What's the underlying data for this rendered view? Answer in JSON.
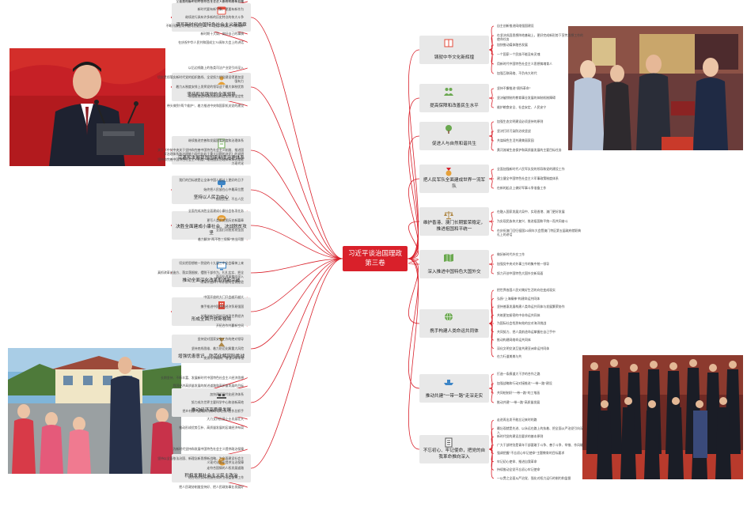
{
  "center": {
    "line1": "习近平谈治国理政",
    "line2": "第三卷"
  },
  "left_branches": [
    {
      "title": "谱写新时代中国特色社会主义新篇章",
      "icon": "calendar-icon",
      "color": "#e34b3b",
      "leaves": [
        "全面把握中国特色社会主义进入新时代的新要求",
        "全面贯彻新时代中国特色社会主义思想和基本方略",
        "新时代要有新气象、更要有新作为",
        "继续进行具有许多新的历史特点的伟大斗争",
        "不断开辟当代中国马克思主义、21世纪马克思主义新境界",
        "新时期十大局、做好自己的事情",
        "在庆祝中华人民共和国成立70周年大会上的讲话"
      ]
    },
    {
      "title": "坚持和加强党的全面领导",
      "icon": "leader-icon",
      "color": "#e6a13a",
      "leaves": [
        "以后边线路上的各类司法产业党引向深入",
        "切实贯彻落实新时代党的组织路线、全党努力把党建设得更加坚强有力",
        "着力从制度安排上发挥党的领导这个最大体制优势",
        "增强推进党的政治建设的自觉性和坚定性",
        "带头做到\"两个维护\"、着力推进中央和国家机关党的建设"
      ]
    },
    {
      "title": "完善和发展我国国家制度治理体系",
      "icon": "document-icon",
      "color": "#6aa84f",
      "leaves": [
        "继续推进完善和发展国家制度和治理体系",
        "关于《中共中央关于坚持和完善中国特色社会主义制度、推进国家治理体系和治理能力现代化若干重大问题的决定》的说明",
        "坚持和完善中国特色社会主义制度、推进国家治理体系和治理能力现代化"
      ]
    },
    {
      "title": "坚持以人民为中心",
      "icon": "mailbox-icon",
      "color": "#3d85c6",
      "leaves": [
        "我们的目标就是让全体中国人都过上更好的日子",
        "始终把人民放在心中最高位置",
        "推进民生、不忘人民"
      ]
    },
    {
      "title": "决胜全面建成小康社会、决战脱贫攻坚",
      "icon": "chat-icon",
      "color": "#e6a13a",
      "leaves": [
        "全面完成决胜全面建成小康社会各项任务",
        "更写人类反贫困历史新篇章",
        "全面打好脱贫攻坚战",
        "着力解决\"两不愁三保障\"突出问题"
      ]
    },
    {
      "title": "推动全面深化改革取得新突破",
      "icon": "monitor-icon",
      "color": "#3d85c6",
      "leaves": [
        "切实把思想统一到党的十九届三中全会精神上来",
        "真抓改革创造方、落实落细按、摆脱干部作为、扎扎实实、把全面深化改革推向深入",
        "改革开放四十年积累的宝贵经验"
      ]
    },
    {
      "title": "形成全面开放新格局",
      "icon": "building-icon",
      "color": "#e34b3b",
      "leaves": [
        "中国开放的大门只会越开越大",
        "携手推进中国特色经济贸易强国",
        "共建创新包容的开放型世界经济",
        "开拓合作共赢新空间"
      ]
    },
    {
      "title": "增强忧患意识、防范化解风险挑战",
      "icon": "hourglass-icon",
      "color": "#b08a4a",
      "leaves": [
        "坚持党对国家安全工作的绝对领导",
        "坚持底线思维、着力防范化解重大风险",
        "发扬斗争精神、增强斗争本领"
      ]
    },
    {
      "title": "推动经济高质量发展",
      "icon": "conveyor-icon",
      "color": "#555555",
      "leaves": [
        "长期坚持、不断丰富、发展新时代中国特色社会主义经济思想",
        "我国经济高质量发展的前进道路和高质量发展的目标",
        "加快建设现代化经济体系",
        "努力成为世界主要科学中心和创新高地",
        "把乡村振兴战略作为新时代\"三农\"工作总抓手",
        "大力支持民营企业发展壮大",
        "推动形成优势互补、高质量发展的区域经济布局"
      ]
    },
    {
      "title": "积极发展社会主义民主政治",
      "icon": "pacman-icon",
      "color": "#e6a13a",
      "leaves": [
        "为新时代坚持和发展中国特色社会主义提供政治保障",
        "坚持以全面依法治国、新理念新思想新战略，为全面建设社会主义现代化国家提供法治保障",
        "走符合国情的人权发展道路",
        "结合地方实际创造性做好立法监督等工作",
        "把人民政协制度坚持好、把人民政协事业发展好"
      ]
    }
  ],
  "right_branches": [
    {
      "title": "铸就中华文化新辉煌",
      "icon": "book-icon",
      "color": "#e34b3b",
      "leaves": [
        "自主创新推进网络强国建设",
        "在坚决巩固思想阵地基础上，更好完成新形势下宣传思想工作的使命任务",
        "加快推动媒体融合发展",
        "一个国家一个民族不能没有灵魂",
        "用新时代中国特色社会主义思想铸魂育人",
        "加强互联网络、不负伟大时代"
      ]
    },
    {
      "title": "提高保障和改善民生水平",
      "icon": "people-icon",
      "color": "#6aa84f",
      "leaves": [
        "坚持不懈推进\"厕所革命\"",
        "坚决破除制约教育事业发展的体制机制障碍",
        "维护粮食安全、社会安定、人民安宁"
      ]
    },
    {
      "title": "促进人与自然和谐共生",
      "icon": "tree-icon",
      "color": "#6aa84f",
      "leaves": [
        "加强生态文明建设必须坚持的原则",
        "坚决打好污染防治攻坚战",
        "共谋绿色生活共建美丽家园",
        "黄河流域生态保护和高质量发展的主要目标任务"
      ]
    },
    {
      "title": "把人民军队全面建成世界一流军队",
      "icon": "medal-icon",
      "color": "#e6a13a",
      "leaves": [
        "全面加强新时代人民军队党的领导和党的建设工作",
        "建立健全中国特色社会主义军事政策制度体系",
        "在新的起点上做好军事斗争准备工作"
      ]
    },
    {
      "title": "维护香港、澳门长期繁荣稳定，推进祖国和平统一",
      "icon": "scale-icon",
      "color": "#b08a4a",
      "leaves": [
        "在融入国家发展大局中、实现香港、澳门更好发展",
        "为实现民族伟大复兴、推进祖国和平统一而共同奋斗",
        "在庆祝澳门回归祖国20周年大会暨澳门特区第五届政府就职典礼上的讲话"
      ]
    },
    {
      "title": "深入推进中国特色大国外交",
      "icon": "map-icon",
      "color": "#6aa84f",
      "leaves": [
        "做好新时代外交工作",
        "加强党中央对外事工作的集中统一领导",
        "努力开创中国特色大国外交新局面"
      ]
    },
    {
      "title": "携手构建人类命运共同体",
      "icon": "globe-icon",
      "color": "#6aa84f",
      "leaves": [
        "把世界各国人民对美好生活的向往变成现实",
        "弘扬\"上海精神\"构建命运共同体",
        "坚持普惠发展构建人类命运共同体与发展繁荣协作",
        "共筑更加紧密的中非命运共同体",
        "为国际社会找到有效的应对海洋挑战",
        "共同努力、把人类前途命运掌握在自己手中",
        "推动构建网络命运共同体",
        "深化文明交流互鉴共建亚洲命运共同体",
        "在力行道美美与共"
      ]
    },
    {
      "title": "推动共建\"一带一路\"走深走实",
      "icon": "ship-icon",
      "color": "#3d85c6",
      "leaves": [
        "打造一条廊道大干涉的合作之路",
        "加强战略和行动对接推进\"一带一路\"建设",
        "共同绘制好\"一带一路\"的工笔画",
        "推动共建\"一带一路\"高质量发展"
      ]
    },
    {
      "title": "不忘初心、牢记使命，把党的自我革命推向深入",
      "icon": "notes-icon",
      "color": "#555555",
      "leaves": [
        "走进再出发不能忘记来时的路",
        "最壮观就是先进、以永远在路上的执着、把全面从严治党引向深入",
        "新时代党的建设总要求的基本原则",
        "广大干部特别是青年干部要敢于斗争、善于斗争、举措、作风硬",
        "强调把握\"不忘初心牢记使命\"主题教育的目标要求",
        "牢记初心使命、推进自我革命",
        "持续推动全党不忘初心牢记使命",
        "一以贯之全面从严治党、强化对权力运行的制约和监督"
      ]
    }
  ]
}
